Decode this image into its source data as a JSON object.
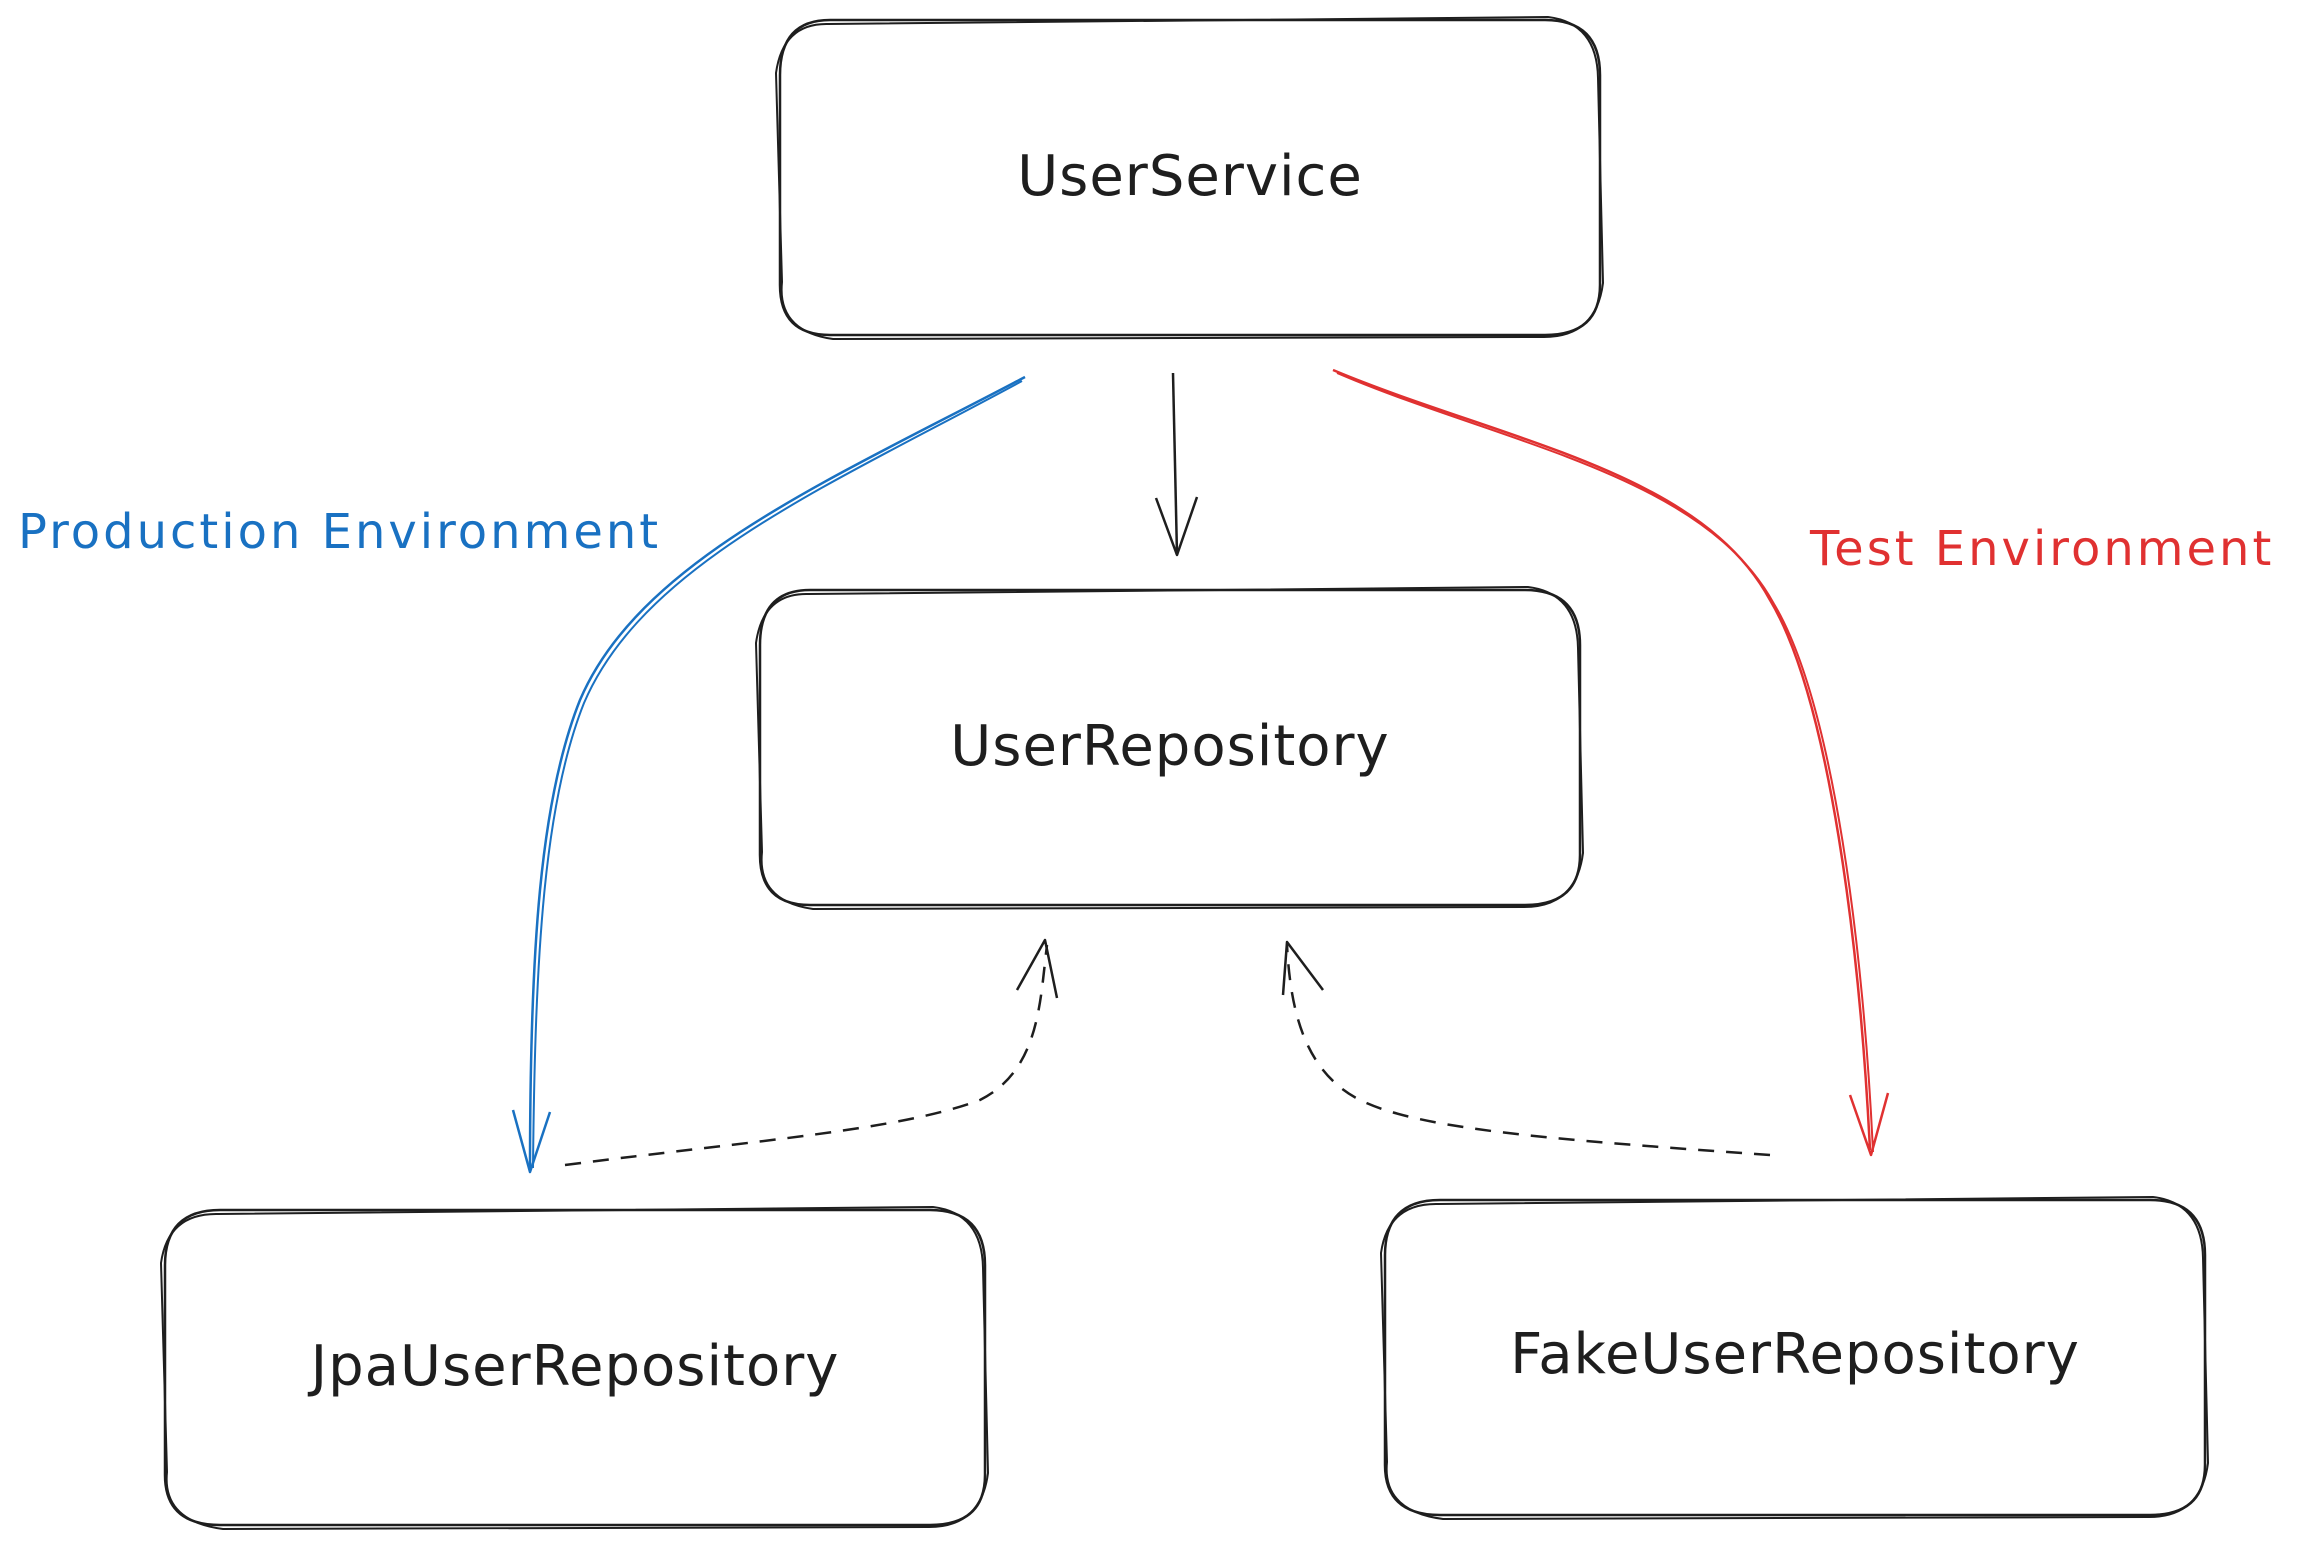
{
  "colors": {
    "ink": "#1e1e1e",
    "production": "#1971c2",
    "test": "#e03131",
    "background": "#ffffff"
  },
  "nodes": {
    "user_service": "UserService",
    "user_repository": "UserRepository",
    "jpa_user_repository": "JpaUserRepository",
    "fake_user_repository": "FakeUserRepository"
  },
  "edges": {
    "production_label": "Production Environment",
    "test_label": "Test Environment"
  }
}
